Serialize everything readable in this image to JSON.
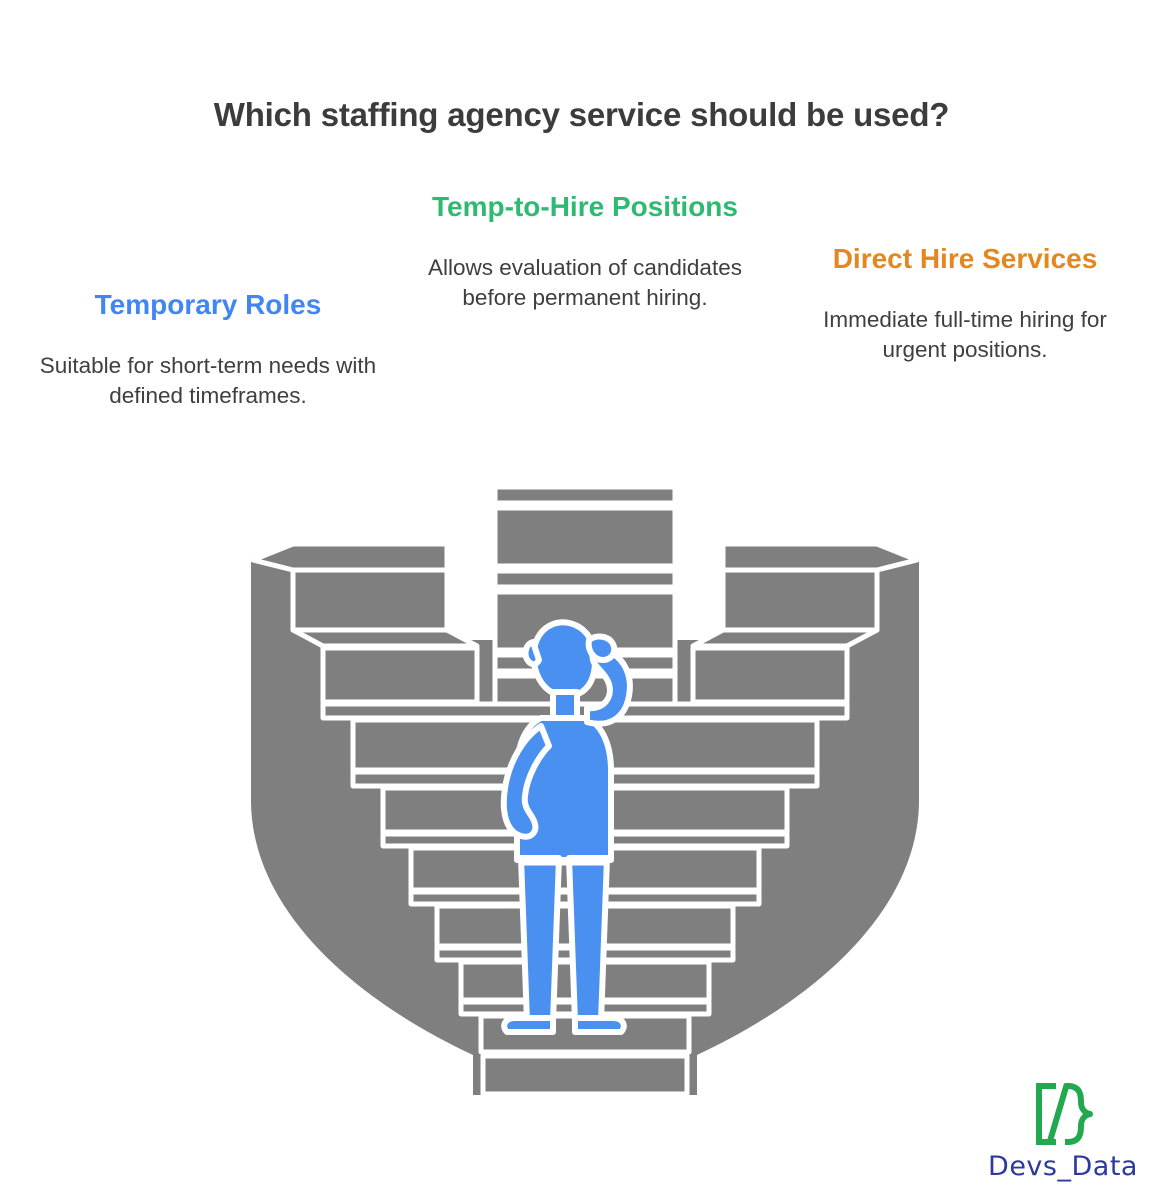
{
  "title": "Which staffing agency service should be used?",
  "colors": {
    "title": "#3c3c3c",
    "temporary": "#4285F4",
    "temp_to_hire": "#2FBA71",
    "direct_hire": "#E2881F",
    "body_text": "#3f3f3f",
    "step_fill": "#7f7f7f",
    "step_outline": "#ffffff",
    "figure": "#4a90f0",
    "logo_mark": "#22A94F",
    "logo_word": "#2B3A9C",
    "background": "#ffffff"
  },
  "columns": [
    {
      "id": "temporary",
      "heading": "Temporary Roles",
      "body": "Suitable for short-term needs with defined timeframes."
    },
    {
      "id": "temp_to_hire",
      "heading": "Temp-to-Hire Positions",
      "body": "Allows evaluation of candidates before permanent hiring."
    },
    {
      "id": "direct_hire",
      "heading": "Direct Hire Services",
      "body": "Immediate full-time hiring for urgent positions."
    }
  ],
  "illustration": {
    "name": "three-path-staircase-with-undecided-person",
    "description": "Gray amphitheater staircase splitting into three ascending paths with a blue figure standing at the bottom scratching its head"
  },
  "logo": {
    "mark": "code-bracket-icon",
    "word": "Devs_Data"
  }
}
